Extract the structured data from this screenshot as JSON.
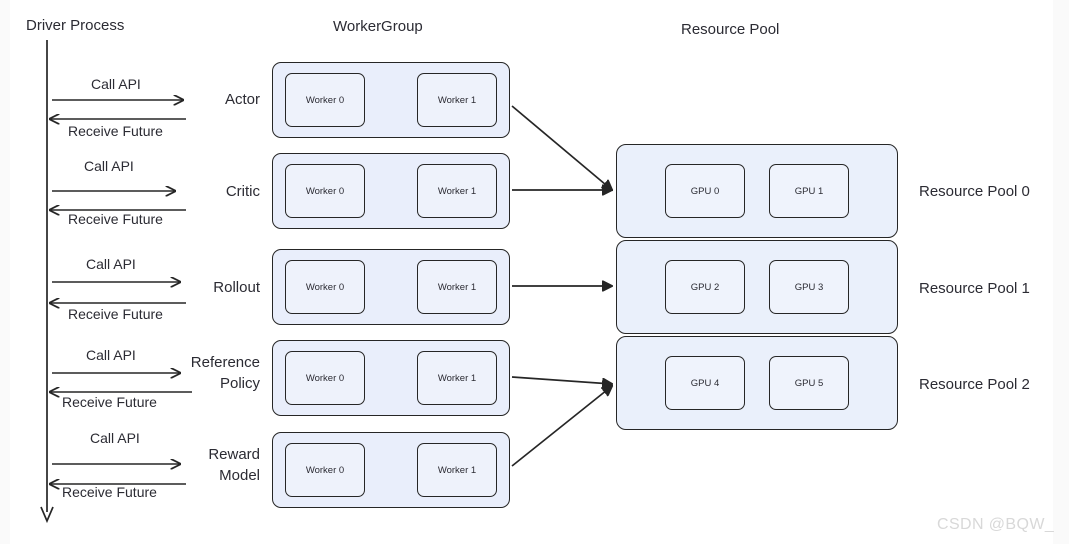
{
  "headings": {
    "driver": "Driver Process",
    "worker_group": "WorkerGroup",
    "resource_pool": "Resource Pool"
  },
  "messages": {
    "call": "Call API",
    "receive": "Receive Future"
  },
  "rows": [
    {
      "label": "Actor",
      "call": "Call API",
      "receive": "Receive Future",
      "workers": [
        "Worker 0",
        "Worker 1"
      ]
    },
    {
      "label": "Critic",
      "call": "Call API",
      "receive": "Receive Future",
      "workers": [
        "Worker 0",
        "Worker 1"
      ]
    },
    {
      "label": "Rollout",
      "call": "Call API",
      "receive": "Receive Future",
      "workers": [
        "Worker 0",
        "Worker 1"
      ]
    },
    {
      "label": "Reference\nPolicy",
      "call": "Call API",
      "receive": "Receive Future",
      "workers": [
        "Worker 0",
        "Worker 1"
      ]
    },
    {
      "label": "Reward\nModel",
      "call": "Call API",
      "receive": "Receive Future",
      "workers": [
        "Worker 0",
        "Worker 1"
      ]
    }
  ],
  "pools": [
    {
      "label": "Resource Pool 0",
      "gpus": [
        "GPU 0",
        "GPU 1"
      ]
    },
    {
      "label": "Resource Pool 1",
      "gpus": [
        "GPU 2",
        "GPU 3"
      ]
    },
    {
      "label": "Resource Pool 2",
      "gpus": [
        "GPU 4",
        "GPU 5"
      ]
    }
  ],
  "watermark": "CSDN @BQW_",
  "colors": {
    "stroke": "#262626",
    "group_fill": "#e9eefb",
    "box_fill": "#eef2fb",
    "text": "#2b2b33",
    "watermark": "#d8d8d8"
  }
}
